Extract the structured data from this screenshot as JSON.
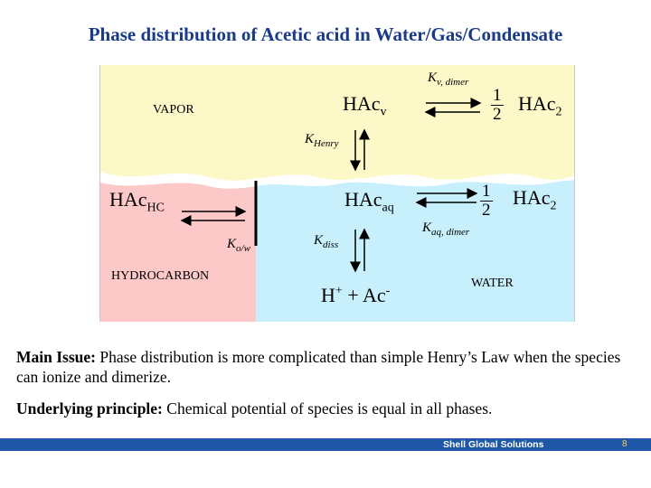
{
  "title": "Phase distribution of Acetic acid in Water/Gas/Condensate",
  "diagram": {
    "phases": {
      "vapor": "VAPOR",
      "hydrocarbon": "HYDROCARBON",
      "water": "WATER"
    },
    "species": {
      "hac_vapor": "HAc",
      "hac_vapor_sub": "v",
      "dimer_vapor_coef_num": "1",
      "dimer_vapor_coef_den": "2",
      "dimer_vapor": "HAc",
      "dimer_vapor_sub": "2",
      "hac_hc": "HAc",
      "hac_hc_sub": "HC",
      "hac_aq": "HAc",
      "hac_aq_sub": "aq",
      "dimer_aq_coef_num": "1",
      "dimer_aq_coef_den": "2",
      "dimer_aq": "HAc",
      "dimer_aq_sub": "2",
      "proton": "H",
      "proton_charge": "+",
      "plus": "+",
      "acetate": "Ac",
      "acetate_charge": "-"
    },
    "constants": {
      "k_v_dimer": "K",
      "k_v_dimer_sub": "v, dimer",
      "k_henry": "K",
      "k_henry_sub": "Henry",
      "k_ow": "K",
      "k_ow_sub": "o/w",
      "k_diss": "K",
      "k_diss_sub": "diss",
      "k_aq_dimer": "K",
      "k_aq_dimer_sub": "aq, dimer"
    },
    "colors": {
      "vapor": "#fcf8c8",
      "hydrocarbon": "#fcc8c8",
      "water": "#c8f0fc",
      "wave": "#ffffff"
    }
  },
  "text": {
    "main_issue_label": "Main Issue:",
    "main_issue_text": " Phase distribution is more complicated than simple Henry’s Law when the species can ionize and dimerize.",
    "principle_label": "Underlying principle:",
    "principle_text": " Chemical potential of species is equal in all phases."
  },
  "footer": {
    "brand": "Shell Global Solutions",
    "page": "8"
  }
}
